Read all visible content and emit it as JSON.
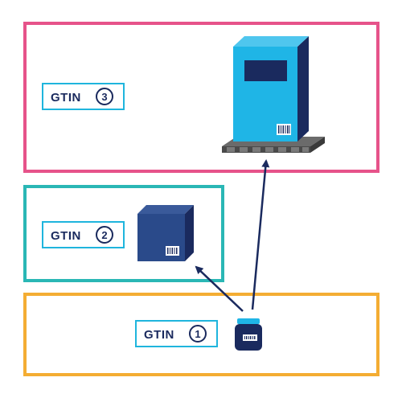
{
  "colors": {
    "level3_border": "#e6538a",
    "level2_border": "#2ab7b5",
    "level1_border": "#f4ad33",
    "label_border": "#1fb5dd",
    "label_text": "#1a2a5e",
    "arrow": "#1a2a5e",
    "pallet_box_front": "#1fb5e6",
    "pallet_box_side": "#1a2a5e",
    "case_box": "#2a4a8a",
    "pallet_base": "#555555"
  },
  "levels": [
    {
      "label": "GTIN",
      "number": "3"
    },
    {
      "label": "GTIN",
      "number": "2"
    },
    {
      "label": "GTIN",
      "number": "1"
    }
  ],
  "icons": [
    "pallet-icon",
    "case-box-icon",
    "jar-icon",
    "barcode-icon"
  ]
}
